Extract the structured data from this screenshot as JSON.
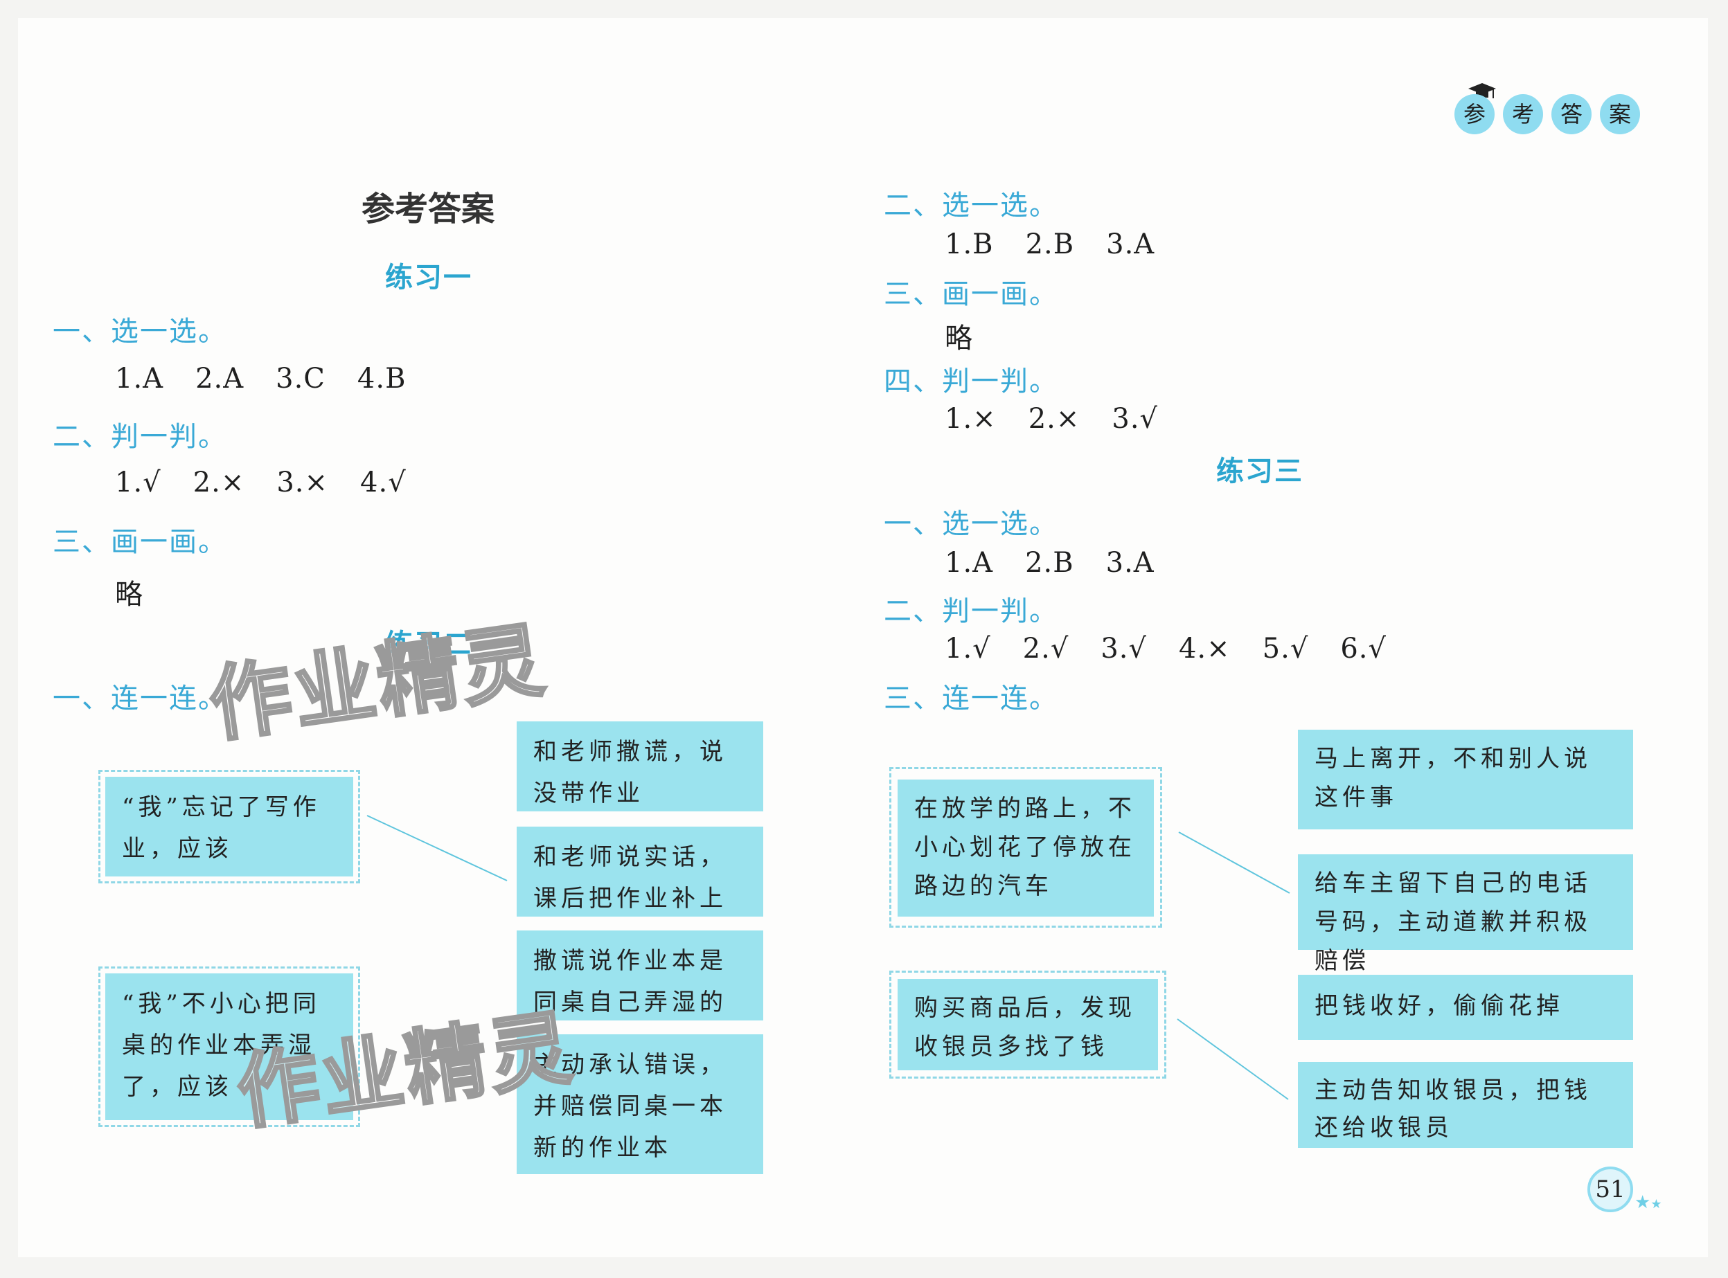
{
  "header_badge": [
    "参",
    "考",
    "答",
    "案"
  ],
  "title": "参考答案",
  "left": {
    "lesson1": "练习一",
    "l1_q1": "一、选一选。",
    "l1_a1": [
      "1.A",
      "2.A",
      "3.C",
      "4.B"
    ],
    "l1_q2": "二、判一判。",
    "l1_a2": [
      "1.√",
      "2.×",
      "3.×",
      "4.√"
    ],
    "l1_q3": "三、画一画。",
    "l1_a3": "略",
    "lesson2": "练习二",
    "l2_q1": "一、连一连。",
    "left_boxes": [
      "“我”忘记了写作业，应该",
      "“我”不小心把同桌的作业本弄湿了，应该"
    ],
    "right_boxes": [
      "和老师撒谎，说没带作业",
      "和老师说实话，课后把作业补上",
      "撒谎说作业本是同桌自己弄湿的",
      "主动承认错误，并赔偿同桌一本新的作业本"
    ]
  },
  "right": {
    "l2_q2": "二、选一选。",
    "l2_a2": [
      "1.B",
      "2.B",
      "3.A"
    ],
    "l2_q3": "三、画一画。",
    "l2_a3": "略",
    "l2_q4": "四、判一判。",
    "l2_a4": [
      "1.×",
      "2.×",
      "3.√"
    ],
    "lesson3": "练习三",
    "l3_q1": "一、选一选。",
    "l3_a1": [
      "1.A",
      "2.B",
      "3.A"
    ],
    "l3_q2": "二、判一判。",
    "l3_a2": [
      "1.√",
      "2.√",
      "3.√",
      "4.×",
      "5.√",
      "6.√"
    ],
    "l3_q3": "三、连一连。",
    "left_boxes": [
      "在放学的路上，不小心划花了停放在路边的汽车",
      "购买商品后，发现收银员多找了钱"
    ],
    "right_boxes": [
      "马上离开，不和别人说这件事",
      "给车主留下自己的电话号码，主动道歉并积极赔偿",
      "把钱收好，偷偷花掉",
      "主动告知收银员，把钱还给收银员"
    ]
  },
  "page_number": "51",
  "watermark": "作业精灵",
  "colors": {
    "accent": "#3aa9d6",
    "box": "#9be3ee"
  }
}
